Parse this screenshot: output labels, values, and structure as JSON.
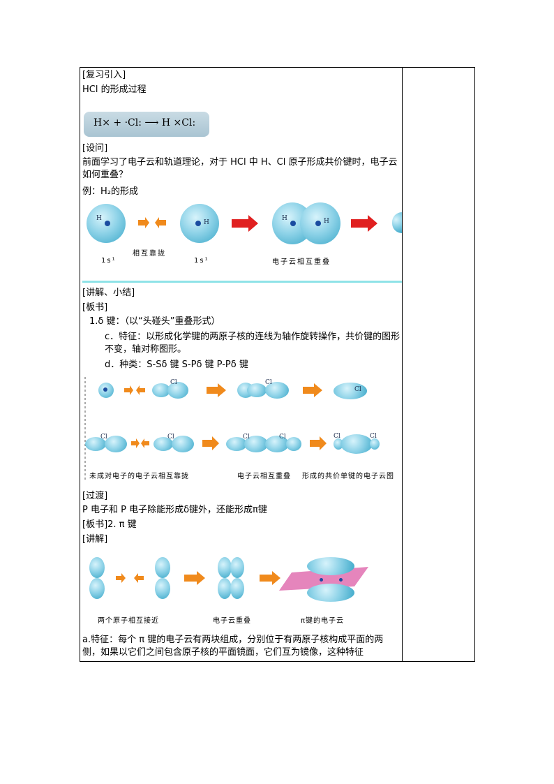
{
  "review": {
    "header": "[复习引入]",
    "hcl_title": "HCl 的形成过程",
    "formula": "H× + ·Cl: ⟶ H ×Cl:",
    "question_header": "[设问]",
    "question": "前面学习了电子云和轨道理论，对于 HCl 中 H、Cl 原子形成共价键时，电子云如何重叠？",
    "example": "例：H₂的形成",
    "h_label": "H",
    "captions": [
      "1s¹",
      "相互靠拢",
      "1s¹",
      "电子云相互重叠"
    ]
  },
  "sigma": {
    "header1": "[讲解、小结]",
    "header2": "[板书]",
    "item1": "1.δ 键：（以“头碰头”重叠形式）",
    "item_c": "c．特征：以形成化学键的两原子核的连线为轴作旋转操作，共价键的图形不变，轴对称图形。",
    "item_d": "d．种类：S-Sδ 键    S-Pδ 键    P-Pδ 键",
    "cl_label": "Cl",
    "captions": [
      "未成对电子的电子云相互靠拢",
      "电子云相互重叠",
      "形成的共价单键的电子云图"
    ]
  },
  "pi": {
    "header1": "[过渡]",
    "line1": "P 电子和 P 电子除能形成δ键外，还能形成π键",
    "line2": "[板书]2. π 键",
    "header3": "[讲解]",
    "captions": [
      "两个原子相互接近",
      "电子云重叠",
      "π键的电子云"
    ],
    "feature": "a.特征：每个 π 键的电子云有两块组成，分别位于有两原子核构成平面的两侧，如果以它们之间包含原子核的平面镜面，它们互为镜像，这种特征"
  },
  "colors": {
    "cloud": "#6cc3dc",
    "nucleus": "#1a4ca0",
    "arrow_red": "#e02020",
    "arrow_orange": "#f08a1c",
    "plane": "#e070b0",
    "separator": "#8fe3e8"
  }
}
